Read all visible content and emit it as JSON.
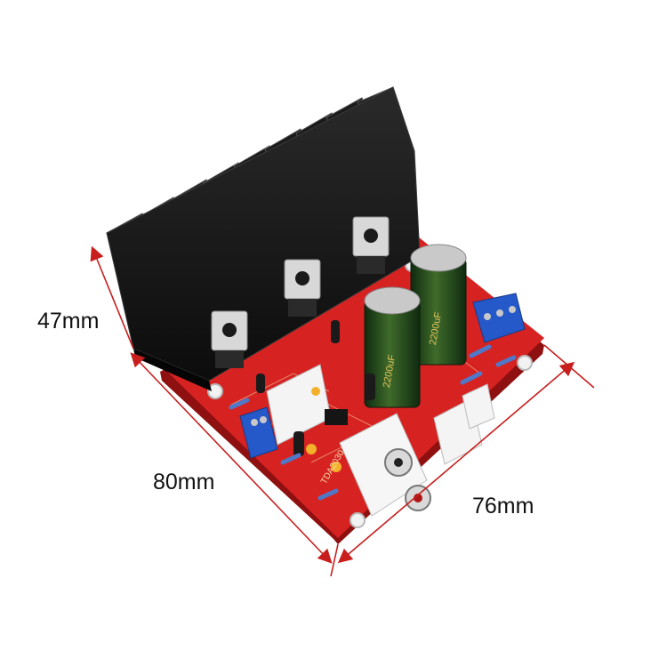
{
  "dimensions": {
    "height_label": "47mm",
    "width_label": "80mm",
    "depth_label": "76mm"
  },
  "board_silkscreen": "TDA2030"
}
